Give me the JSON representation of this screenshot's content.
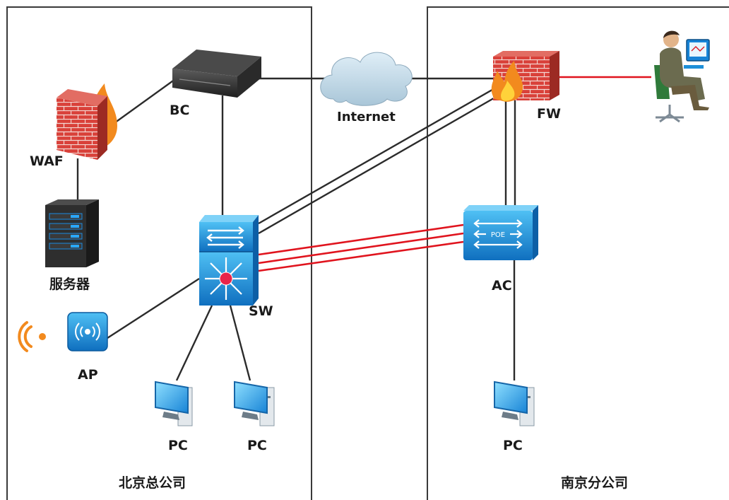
{
  "regions": {
    "beijing": "北京总公司",
    "nanjing": "南京分公司"
  },
  "nodes": {
    "bc": "BC",
    "waf": "WAF",
    "server": "服务器",
    "internet": "Internet",
    "sw": "SW",
    "ap": "AP",
    "pc1": "PC",
    "pc2": "PC",
    "fw": "FW",
    "ac": "AC",
    "pc3": "PC",
    "ac_badge": "POE"
  },
  "colors": {
    "wired_link": "#2b2b2b",
    "wireless_link": "#e0141e",
    "device_blue": "#1e8fd8",
    "firewall_brick": "#d9413a"
  }
}
